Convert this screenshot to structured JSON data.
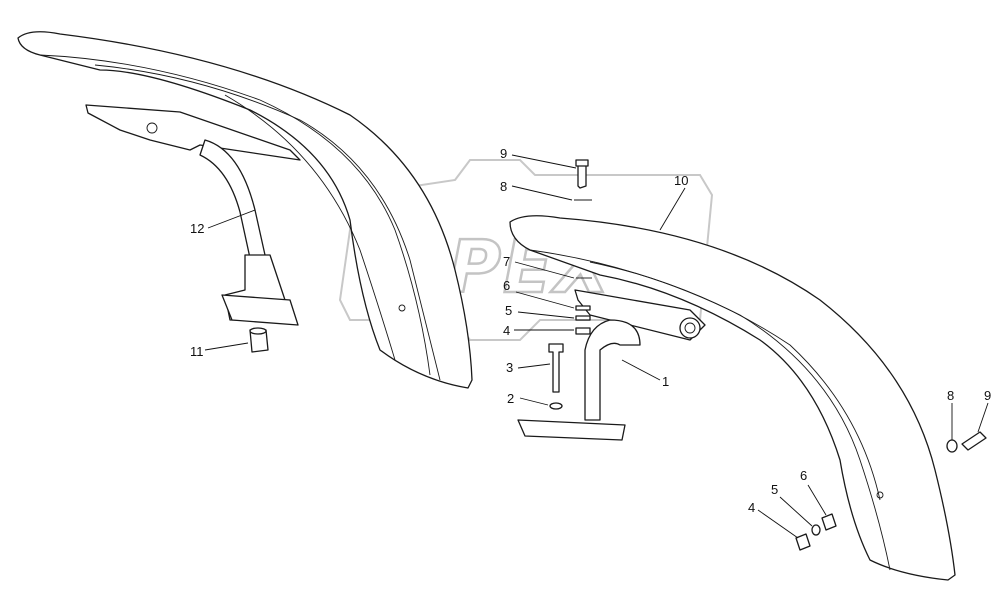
{
  "watermark": {
    "text": "OPEX"
  },
  "callouts": [
    {
      "id": "c1",
      "text": "1"
    },
    {
      "id": "c2",
      "text": "2"
    },
    {
      "id": "c3",
      "text": "3"
    },
    {
      "id": "c4a",
      "text": "4"
    },
    {
      "id": "c5a",
      "text": "5"
    },
    {
      "id": "c6a",
      "text": "6"
    },
    {
      "id": "c7",
      "text": "7"
    },
    {
      "id": "c8a",
      "text": "8"
    },
    {
      "id": "c9a",
      "text": "9"
    },
    {
      "id": "c10",
      "text": "10"
    },
    {
      "id": "c11",
      "text": "11"
    },
    {
      "id": "c12",
      "text": "12"
    },
    {
      "id": "c4b",
      "text": "4"
    },
    {
      "id": "c5b",
      "text": "5"
    },
    {
      "id": "c6b",
      "text": "6"
    },
    {
      "id": "c8b",
      "text": "8"
    },
    {
      "id": "c9b",
      "text": "9"
    }
  ]
}
